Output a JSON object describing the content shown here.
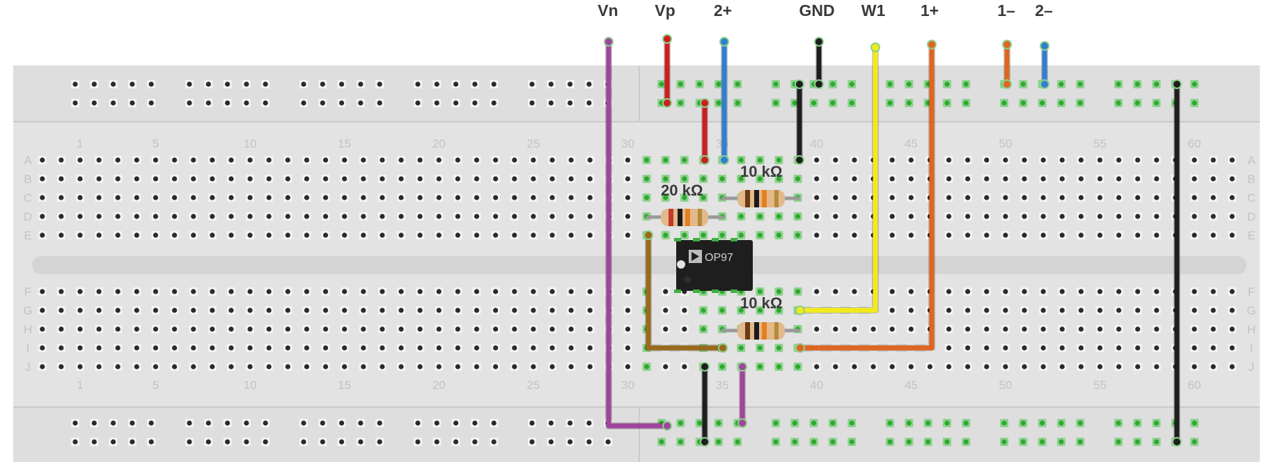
{
  "pin_labels": [
    {
      "id": "vn",
      "text": "Vn"
    },
    {
      "id": "vp",
      "text": "Vp"
    },
    {
      "id": "2p",
      "text": "2+"
    },
    {
      "id": "gnd",
      "text": "GND"
    },
    {
      "id": "w1",
      "text": "W1"
    },
    {
      "id": "1p",
      "text": "1+"
    },
    {
      "id": "1m",
      "text": "1–"
    },
    {
      "id": "2m",
      "text": "2–"
    }
  ],
  "column_numbers": [
    "1",
    "5",
    "10",
    "15",
    "20",
    "25",
    "30",
    "35",
    "40",
    "45",
    "50",
    "55",
    "60"
  ],
  "row_letters_top": [
    "A",
    "B",
    "C",
    "D",
    "E"
  ],
  "row_letters_bottom": [
    "F",
    "G",
    "H",
    "I",
    "J"
  ],
  "chip": {
    "brand_icon": "analog-devices-logo-icon",
    "label": "OP97"
  },
  "resistors": [
    {
      "id": "r20k",
      "label": "20 kΩ"
    },
    {
      "id": "r10k-top",
      "label": "10 kΩ"
    },
    {
      "id": "r10k-bottom",
      "label": "10 kΩ"
    }
  ],
  "colors": {
    "board": "#e3e3e3",
    "rail": "#dcdcdc",
    "hole": "#2a2a2a",
    "hole_active": "#2fa82f",
    "wire_purple": "#a0449c",
    "wire_red": "#cc1f1f",
    "wire_blue": "#2f7fd1",
    "wire_black": "#1e1e1e",
    "wire_yellow": "#f2ea1a",
    "wire_orange": "#e0651e",
    "wire_brown": "#9a6a1c"
  }
}
